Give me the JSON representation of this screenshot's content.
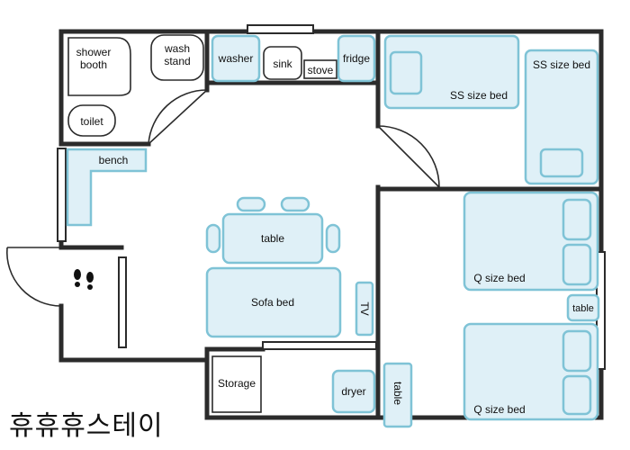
{
  "brand": {
    "name": "휴휴휴스테이"
  },
  "colors": {
    "wall": "#2b2b2b",
    "furniture_fill": "#dff0f7",
    "furniture_stroke": "#7fc3d6",
    "fixture_fill": "#ffffff",
    "fixture_stroke": "#2b2b2b"
  },
  "icons": {
    "entrance": "footprints-icon"
  },
  "labels": {
    "shower_booth": "shower booth",
    "wash_stand": "wash stand",
    "toilet": "toilet",
    "washer": "washer",
    "sink": "sink",
    "stove": "stove",
    "fridge": "fridge",
    "ss_bed_left": "SS size bed",
    "ss_bed_right": "SS size bed",
    "bench": "bench",
    "dining_table": "table",
    "sofa_bed": "Sofa bed",
    "tv": "TV",
    "storage": "Storage",
    "dryer": "dryer",
    "side_table": "table",
    "nightstand": "table",
    "q_bed_top": "Q size bed",
    "q_bed_bottom": "Q size bed"
  }
}
